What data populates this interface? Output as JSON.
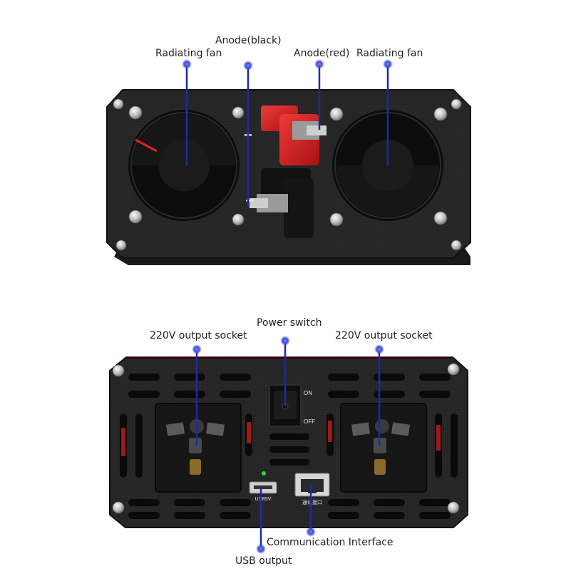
{
  "labels": {
    "fan_left": "Radiating fan",
    "anode_black": "Anode(black)",
    "anode_red": "Anode(red)",
    "fan_right": "Radiating fan",
    "power_switch": "Power switch",
    "socket_left": "220V output socket",
    "socket_right": "220V output socket",
    "communication": "Communication Interface",
    "usb_output": "USB output"
  },
  "device_marks": {
    "plus": "+",
    "minus": "−",
    "on": "ON",
    "off": "OFF",
    "usb_port": "USB5V",
    "comm_port": "通讯接口"
  },
  "colors": {
    "pointer": "#1c2aa8",
    "panel": "#232323",
    "red_terminal": "#d81e1e"
  }
}
